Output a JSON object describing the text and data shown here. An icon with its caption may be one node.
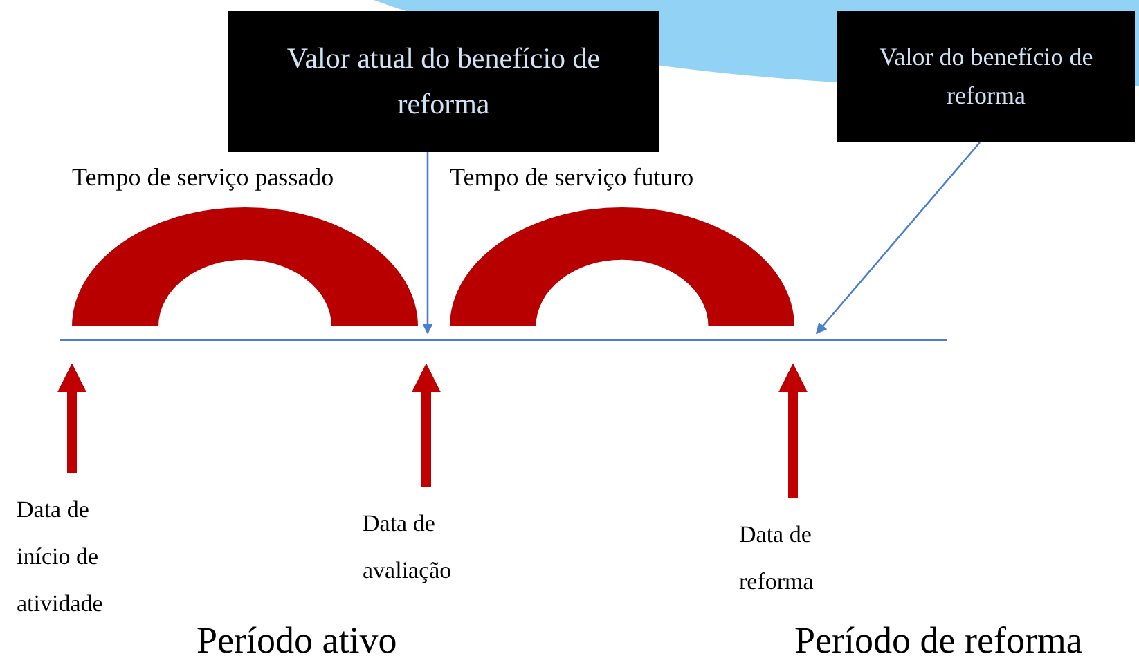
{
  "diagram": {
    "nodes": [
      {
        "text": [
          "Valor atual do benefício de reforma"
        ]
      },
      {
        "text": [
          "Valor do benefício de reforma"
        ]
      },
      {
        "text": [],
        "shape": "bar"
      },
      {
        "text": [
          "Tempo de serviço passado"
        ]
      },
      {
        "text": [
          "Tempo de serviço futuro"
        ]
      },
      {
        "text": [
          "Data de início de atividade"
        ]
      },
      {
        "text": [
          "Data de avaliação"
        ]
      },
      {
        "text": [
          "Data de reforma"
        ]
      }
    ],
    "edges": [
      {
        "from": 0,
        "to": 2,
        "arrow": "to",
        "color": "#4a7fd0"
      },
      {
        "from": 1,
        "to": 2,
        "arrow": "to",
        "color": "#4a7fd0"
      },
      {
        "from": 5,
        "to": 2,
        "arrow": "to"
      },
      {
        "from": 6,
        "to": 2,
        "arrow": "to"
      },
      {
        "from": 7,
        "to": 2,
        "arrow": "to"
      }
    ],
    "labels": [
      "Período ativo",
      "Período de reforma"
    ]
  }
}
